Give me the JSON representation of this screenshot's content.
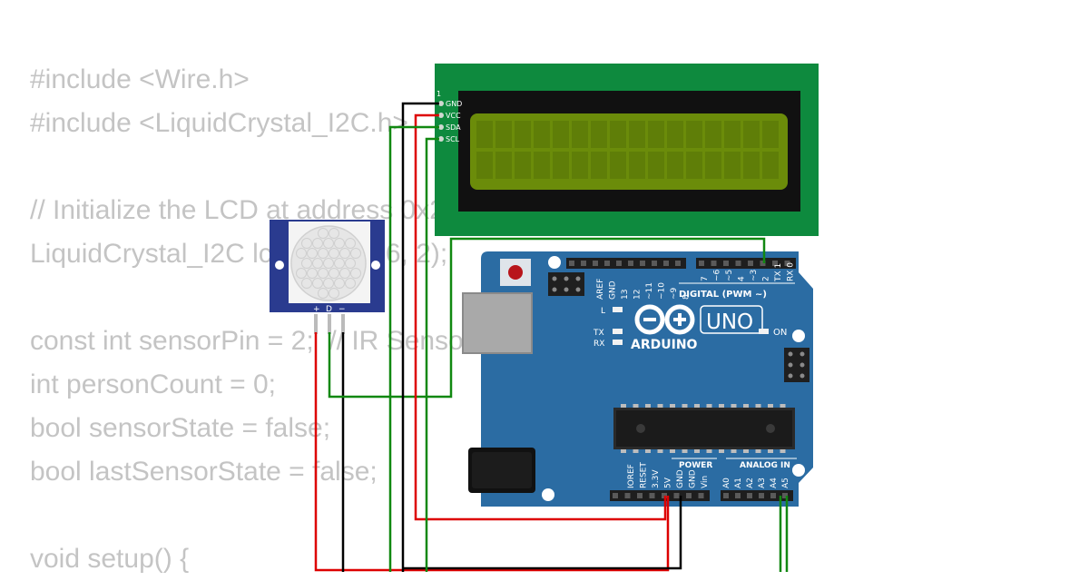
{
  "code_lines": [
    "#include <Wire.h>",
    "#include <LiquidCrystal_I2C.h>",
    "",
    "// Initialize the LCD at address 0x27 with 16 columns and 2 rows",
    "LiquidCrystal_I2C lcd(0x27, 16, 2);",
    "",
    "const int sensorPin = 2;  // IR Sensor connected to digital pin 2",
    "int personCount = 0;",
    "bool sensorState = false;",
    "bool lastSensorState = false;",
    "",
    "void setup() {"
  ],
  "lcd": {
    "pin1": "1",
    "pins": [
      "GND",
      "VCC",
      "SDA",
      "SCL"
    ]
  },
  "pir": {
    "pins": [
      "+",
      "D",
      "−"
    ]
  },
  "arduino": {
    "brand": "ARDUINO",
    "model": "UNO",
    "on_label": "ON",
    "l_label": "L",
    "tx_label": "TX",
    "rx_label": "RX",
    "digital_label": "DIGITAL (PWM ~)",
    "power_label": "POWER",
    "analog_label": "ANALOG IN",
    "digital_pins_left": [
      "AREF",
      "GND",
      "13",
      "12",
      "~11",
      "~10",
      "~9",
      "8"
    ],
    "digital_pins_right": [
      "7",
      "~6",
      "~5",
      "4",
      "~3",
      "2",
      "TX 1",
      "RX 0"
    ],
    "power_pins": [
      "IOREF",
      "RESET",
      "3.3V",
      "5V",
      "GND",
      "GND",
      "Vin"
    ],
    "analog_pins": [
      "A0",
      "A1",
      "A2",
      "A3",
      "A4",
      "A5"
    ]
  },
  "colors": {
    "code_text": "#c4c4c4",
    "lcd_pcb": "#0e8a3e",
    "lcd_screen": "#6b8c0a",
    "pir_pcb": "#2a3b8f",
    "arduino_board": "#2b6ca3",
    "wire_red": "#dd0000",
    "wire_black": "#000000",
    "wire_green": "#118811"
  }
}
